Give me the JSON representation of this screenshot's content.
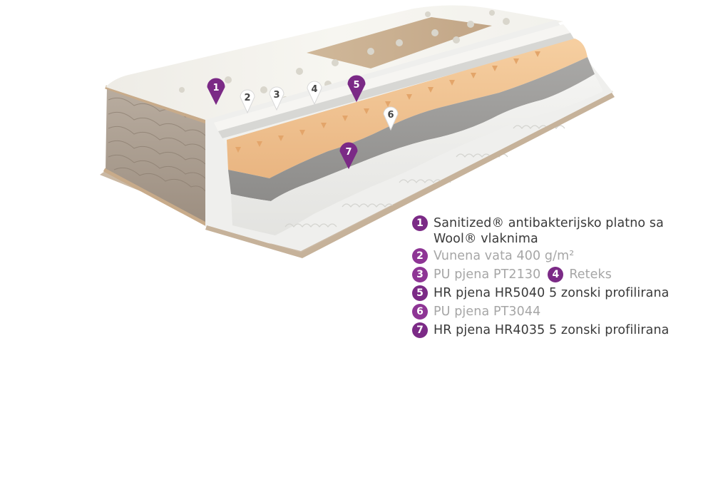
{
  "accent_color": "#7b2a86",
  "pins": [
    {
      "id": "1",
      "style": "filled"
    },
    {
      "id": "2",
      "style": "outline"
    },
    {
      "id": "3",
      "style": "outline"
    },
    {
      "id": "4",
      "style": "outline"
    },
    {
      "id": "5",
      "style": "filled"
    },
    {
      "id": "6",
      "style": "outline"
    },
    {
      "id": "7",
      "style": "filled"
    }
  ],
  "legend": {
    "item1": {
      "num": "1",
      "line1": "Sanitized® antibakterijsko platno sa",
      "line2": "Wool® vlaknima"
    },
    "item2": {
      "num": "2",
      "text": "Vunena vata 400 g/m²"
    },
    "item3": {
      "num": "3",
      "text": "PU pjena PT2130"
    },
    "item4": {
      "num": "4",
      "text": "Reteks"
    },
    "item5": {
      "num": "5",
      "text": "HR pjena HR5040 5 zonski profilirana"
    },
    "item6": {
      "num": "6",
      "text": "PU pjena PT3044"
    },
    "item7": {
      "num": "7",
      "text": "HR pjena HR4035 5 zonski profilirana"
    }
  }
}
